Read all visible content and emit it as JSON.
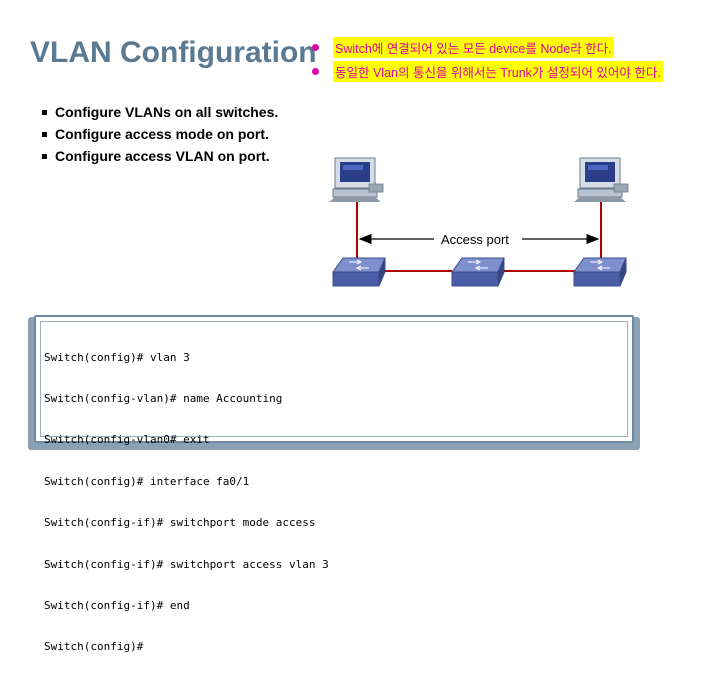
{
  "title": "VLAN Configuration",
  "notes": [
    "Switch에 연결되어 있는 모든 device를 Node라 한다.",
    "동일한 Vlan의 통신을 위해서는 Trunk가 설정되어 있어야 한다."
  ],
  "bullets": [
    "Configure VLANs on all switches.",
    "Configure access mode on port.",
    "Configure access VLAN on port."
  ],
  "diagram": {
    "access_port_label": "Access port"
  },
  "code_lines": [
    "Switch(config)# vlan 3",
    "Switch(config-vlan)# name Accounting",
    "Switch(config-vlan0# exit",
    "Switch(config)# interface fa0/1",
    "Switch(config-if)# switchport mode access",
    "Switch(config-if)# switchport access vlan 3",
    "Switch(config-if)# end",
    "Switch(config)#"
  ],
  "colors": {
    "title": "#5b7a92",
    "note_text": "#e000a8",
    "note_highlight": "#ffff00",
    "cable_red": "#b00000",
    "switch_blue": "#5a6fb0"
  }
}
